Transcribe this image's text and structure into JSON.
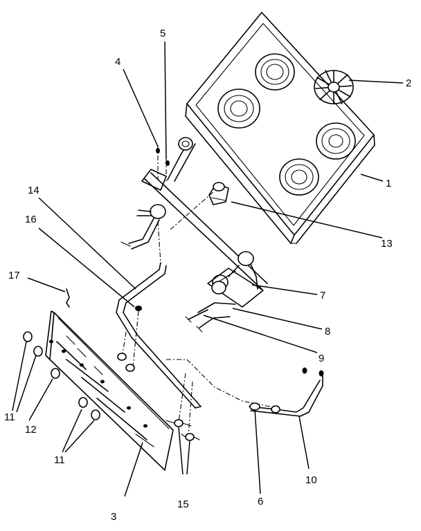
{
  "diagram": {
    "callouts": [
      "1",
      "2",
      "3",
      "4",
      "5",
      "6",
      "7",
      "8",
      "9",
      "10",
      "11",
      "11",
      "12",
      "13",
      "14",
      "15",
      "16",
      "17"
    ]
  }
}
